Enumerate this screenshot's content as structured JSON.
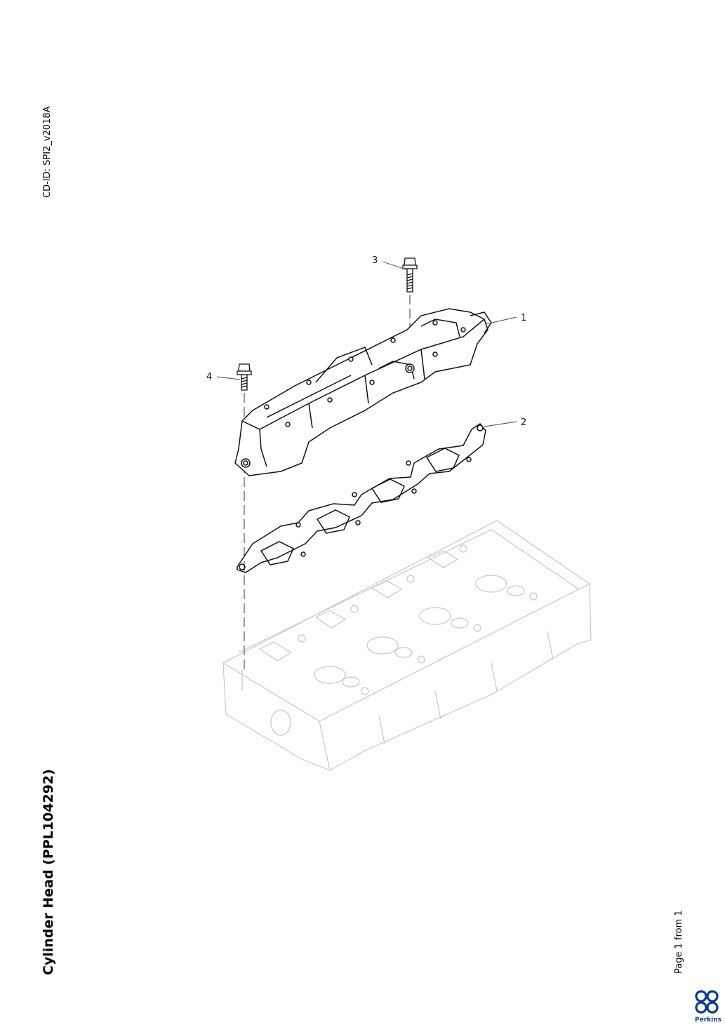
{
  "document": {
    "cd_id": "CD-ID: SPI2_v2018A",
    "title": "Cylinder Head (PPL104292)",
    "page_info": "Page 1 from 1",
    "brand": "Perkins",
    "brand_color": "#0b3b8c"
  },
  "callouts": [
    {
      "number": "1"
    },
    {
      "number": "2"
    },
    {
      "number": "3"
    },
    {
      "number": "4"
    }
  ]
}
